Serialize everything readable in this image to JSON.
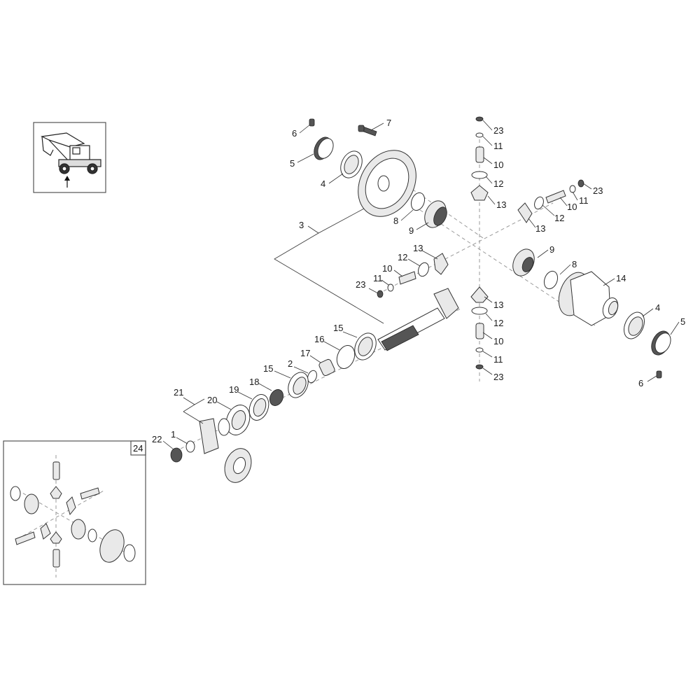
{
  "diagram": {
    "title": "Differential and pinion exploded parts view",
    "machine_thumbnail": {
      "description": "wheeled excavator",
      "arrow": "up-arrow"
    },
    "inset_box_label": "24",
    "callouts": [
      {
        "id": "c6a",
        "text": "6"
      },
      {
        "id": "c7",
        "text": "7"
      },
      {
        "id": "c5a",
        "text": "5"
      },
      {
        "id": "c4a",
        "text": "4"
      },
      {
        "id": "c3",
        "text": "3"
      },
      {
        "id": "c8a",
        "text": "8"
      },
      {
        "id": "c9a",
        "text": "9"
      },
      {
        "id": "c23a",
        "text": "23"
      },
      {
        "id": "c11a",
        "text": "11"
      },
      {
        "id": "c10a",
        "text": "10"
      },
      {
        "id": "c12a",
        "text": "12"
      },
      {
        "id": "c13a",
        "text": "13"
      },
      {
        "id": "c23b",
        "text": "23"
      },
      {
        "id": "c11b",
        "text": "11"
      },
      {
        "id": "c10b",
        "text": "10"
      },
      {
        "id": "c12b",
        "text": "12"
      },
      {
        "id": "c13b",
        "text": "13"
      },
      {
        "id": "c13c",
        "text": "13"
      },
      {
        "id": "c12c",
        "text": "12"
      },
      {
        "id": "c10c",
        "text": "10"
      },
      {
        "id": "c11c",
        "text": "11"
      },
      {
        "id": "c23c",
        "text": "23"
      },
      {
        "id": "c9b",
        "text": "9"
      },
      {
        "id": "c8b",
        "text": "8"
      },
      {
        "id": "c14",
        "text": "14"
      },
      {
        "id": "c4b",
        "text": "4"
      },
      {
        "id": "c5b",
        "text": "5"
      },
      {
        "id": "c6b",
        "text": "6"
      },
      {
        "id": "c13d",
        "text": "13"
      },
      {
        "id": "c12d",
        "text": "12"
      },
      {
        "id": "c10d",
        "text": "10"
      },
      {
        "id": "c11d",
        "text": "11"
      },
      {
        "id": "c23d",
        "text": "23"
      },
      {
        "id": "c15a",
        "text": "15"
      },
      {
        "id": "c16",
        "text": "16"
      },
      {
        "id": "c17",
        "text": "17"
      },
      {
        "id": "c2",
        "text": "2"
      },
      {
        "id": "c15b",
        "text": "15"
      },
      {
        "id": "c18",
        "text": "18"
      },
      {
        "id": "c19",
        "text": "19"
      },
      {
        "id": "c20",
        "text": "20"
      },
      {
        "id": "c21",
        "text": "21"
      },
      {
        "id": "c1",
        "text": "1"
      },
      {
        "id": "c22",
        "text": "22"
      }
    ]
  }
}
